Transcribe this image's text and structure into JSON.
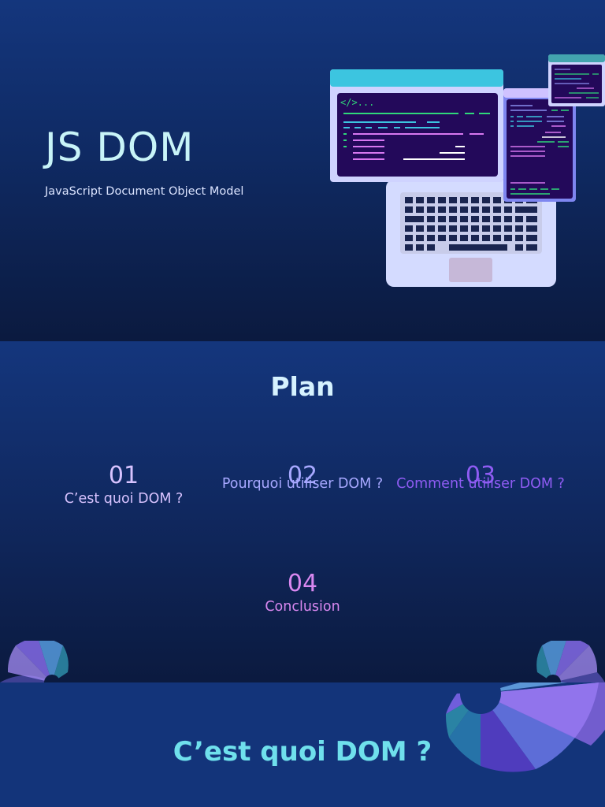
{
  "slide1": {
    "title": "JS DOM",
    "subtitle": "JavaScript Document Object Model",
    "code_tag": "</>..."
  },
  "slide2": {
    "title": "Plan",
    "items": [
      {
        "number": "01",
        "label": "C’est quoi DOM ?"
      },
      {
        "number": "02",
        "label": "Pourquoi utiliser DOM ?"
      },
      {
        "number": "03",
        "label": "Comment utiliser DOM ?"
      },
      {
        "number": "04",
        "label": "Conclusion"
      }
    ]
  },
  "slide3": {
    "title": "C’est quoi DOM ?"
  },
  "colors": {
    "bg_top": "#14367d",
    "bg_bottom": "#0b1a3f",
    "accent_cyan": "#6fe0ec",
    "accent_purple": "#8f5cf3",
    "accent_lavender": "#d8c3ff"
  },
  "icons": [
    "laptop-code-illustration",
    "quarter-fan-decoration"
  ]
}
